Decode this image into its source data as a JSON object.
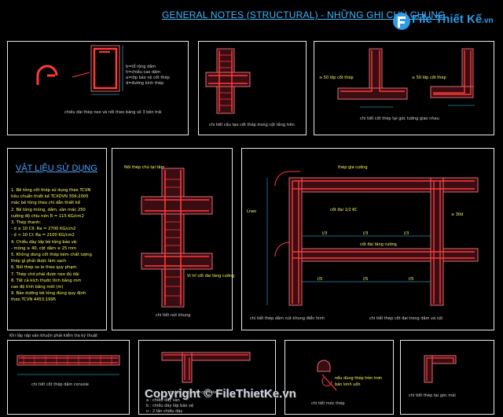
{
  "header": {
    "title": "GENERAL NOTES (STRUCTURAL) - NHỮNG GHI CHÚ CHUNG"
  },
  "logo": {
    "text": "File Thiết Kế",
    "domain": ".vn"
  },
  "copyright": "Copyright © FileThietKe.vn",
  "panels": {
    "stirrup": {
      "caption": "chiều dài thép neo và nối theo bảng số 3 bên trái",
      "labels": [
        "b=tổ rộng dầm",
        "h=chiều cao dầm",
        "a=lớp bảo vệ cốt thép",
        "d=đường kính thép"
      ]
    },
    "column_top": {
      "caption": "chi tiết cấu tạo cốt thép trong cột tầng trên"
    },
    "wall_corner": {
      "caption": "chi tiết cốt thép tại góc tường giao nhau",
      "labels": [
        "≥ 50 lớp cốt thép",
        "≥ 50 lớp cốt thép"
      ]
    },
    "materials": {
      "title": "VẬT LIỆU SỬ DỤNG",
      "items": [
        "1. Bê tông cốt thép sử dụng theo TCVN",
        "   tiêu chuẩn thiết kế TCXDVN 356:2005",
        "   mác bê tông theo chỉ dẫn thiết kế",
        "2. Bê tông móng, dầm, sàn mác 250",
        "   cường độ chịu nén R = 115 KG/cm2",
        "3. Thép thanh:",
        "   - d ≥ 10 CII: Ra = 2700 KG/cm2",
        "   - d < 10 CI: Ra = 2100 KG/cm2",
        "4. Chiều dày lớp bê tông bảo vệ:",
        "   - móng ≥ 40, cột dầm ≥ 25 mm",
        "5. Không dùng cốt thép kém chất lượng",
        "   thép gỉ phải được làm sạch",
        "6. Nối thép so le theo quy phạm",
        "7. Thép chờ phải được neo đủ dài",
        "8. Tất cả kích thước tính bằng mm",
        "   cao độ tính bằng mét (m)",
        "9. Bảo dưỡng bê tông đúng quy định",
        "   theo TCVN 4453:1995"
      ],
      "footer": "Khi lắp ráp ván khuôn phải kiểm tra kỹ thuật"
    },
    "column_joint": {
      "caption": "chi tiết nút khung",
      "labels": [
        "Nối thép chủ tại tâm",
        "Vị trí cốt đai tăng cường"
      ]
    },
    "frame": {
      "captions": [
        "chi tiết thép dầm nút khung điển hình",
        "chi tiết thép cốt đai trong dầm và cột"
      ],
      "dims": [
        "l/3",
        "l/3",
        "l/3",
        "l/5",
        "l/5",
        "l/5"
      ],
      "labels": [
        "thép gia cường",
        "cốt đai 1/2 KC",
        "cốt đai tăng cường",
        "≥ 30d",
        "Lneo"
      ]
    },
    "beam_detail": {
      "caption": "chi tiết cốt thép dầm console"
    },
    "slab_detail": {
      "caption": "chi tiết thép sàn console",
      "labels": [
        "a : chiều dày sàn",
        "b : chiều dày lớp bảo vệ",
        "n : 2 lần chiều dày"
      ]
    },
    "hook_detail": {
      "caption": "chi tiết móc thép",
      "labels": [
        "nếu dùng thép tròn trơn",
        "bán kính uốn"
      ]
    },
    "corner_detail": {
      "caption": "chi tiết thép tại góc mái"
    }
  },
  "colors": {
    "background": "#000000",
    "frame": "#e8e8e8",
    "concrete": "#e06a74",
    "rebar": "#ff2d2d",
    "dim": "#3fd0ff",
    "text": "#ffff66",
    "title": "#3fb7ff"
  }
}
